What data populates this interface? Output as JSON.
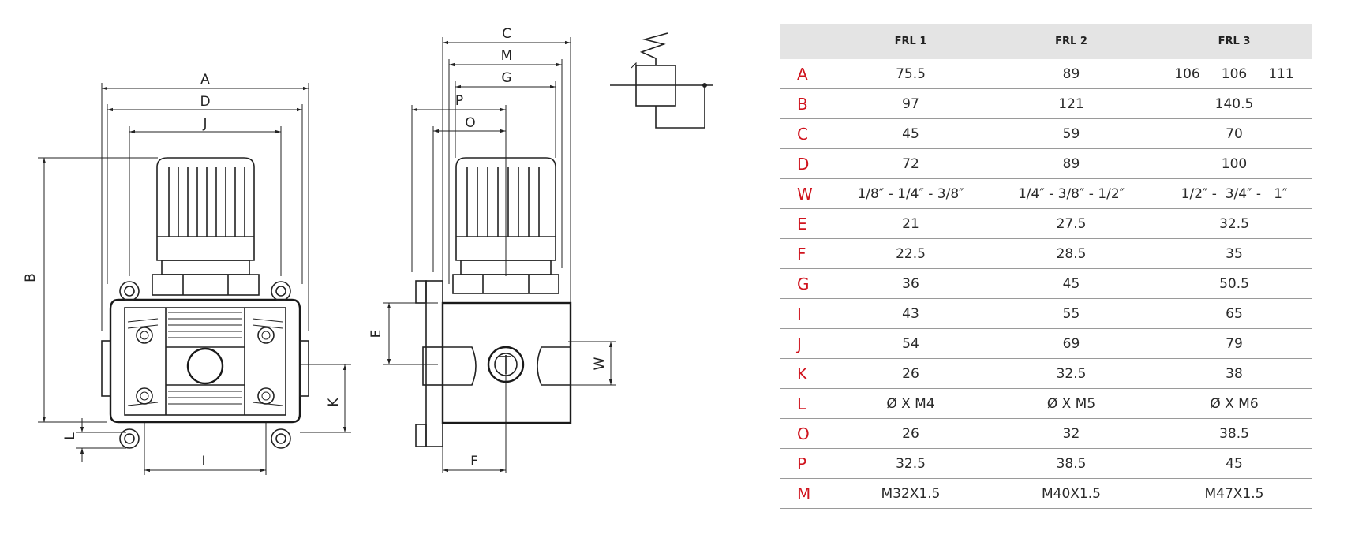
{
  "dimension_labels": {
    "front": {
      "A": "A",
      "D": "D",
      "J": "J",
      "B": "B",
      "K": "K",
      "I": "I",
      "L": "L"
    },
    "side": {
      "C": "C",
      "M": "M",
      "G": "G",
      "P": "P",
      "O": "O",
      "E": "E",
      "F": "F",
      "W": "W"
    }
  },
  "table": {
    "headers": [
      "",
      "FRL 1",
      "FRL 2",
      "FRL 3"
    ],
    "rows": [
      {
        "key": "A",
        "frl1": "75.5",
        "frl2": "89",
        "frl3": "106     106     111"
      },
      {
        "key": "B",
        "frl1": "97",
        "frl2": "121",
        "frl3": "140.5"
      },
      {
        "key": "C",
        "frl1": "45",
        "frl2": "59",
        "frl3": "70"
      },
      {
        "key": "D",
        "frl1": "72",
        "frl2": "89",
        "frl3": "100"
      },
      {
        "key": "W",
        "frl1": "1/8″ - 1/4″ - 3/8″",
        "frl2": "1/4″ - 3/8″ - 1/2″",
        "frl3": "1/2″ -  3/4″ -   1″"
      },
      {
        "key": "E",
        "frl1": "21",
        "frl2": "27.5",
        "frl3": "32.5"
      },
      {
        "key": "F",
        "frl1": "22.5",
        "frl2": "28.5",
        "frl3": "35"
      },
      {
        "key": "G",
        "frl1": "36",
        "frl2": "45",
        "frl3": "50.5"
      },
      {
        "key": "I",
        "frl1": "43",
        "frl2": "55",
        "frl3": "65"
      },
      {
        "key": "J",
        "frl1": "54",
        "frl2": "69",
        "frl3": "79"
      },
      {
        "key": "K",
        "frl1": "26",
        "frl2": "32.5",
        "frl3": "38"
      },
      {
        "key": "L",
        "frl1": "Ø X M4",
        "frl2": "Ø X M5",
        "frl3": "Ø X M6"
      },
      {
        "key": "O",
        "frl1": "26",
        "frl2": "32",
        "frl3": "38.5"
      },
      {
        "key": "P",
        "frl1": "32.5",
        "frl2": "38.5",
        "frl3": "45"
      },
      {
        "key": "M",
        "frl1": "M32X1.5",
        "frl2": "M40X1.5",
        "frl3": "M47X1.5"
      }
    ]
  },
  "colors": {
    "key_letter": "#d0141e",
    "header_bg": "#e4e4e4",
    "row_rule": "#9a9a9a"
  },
  "icons": [
    "regulator-symbol-icon"
  ]
}
